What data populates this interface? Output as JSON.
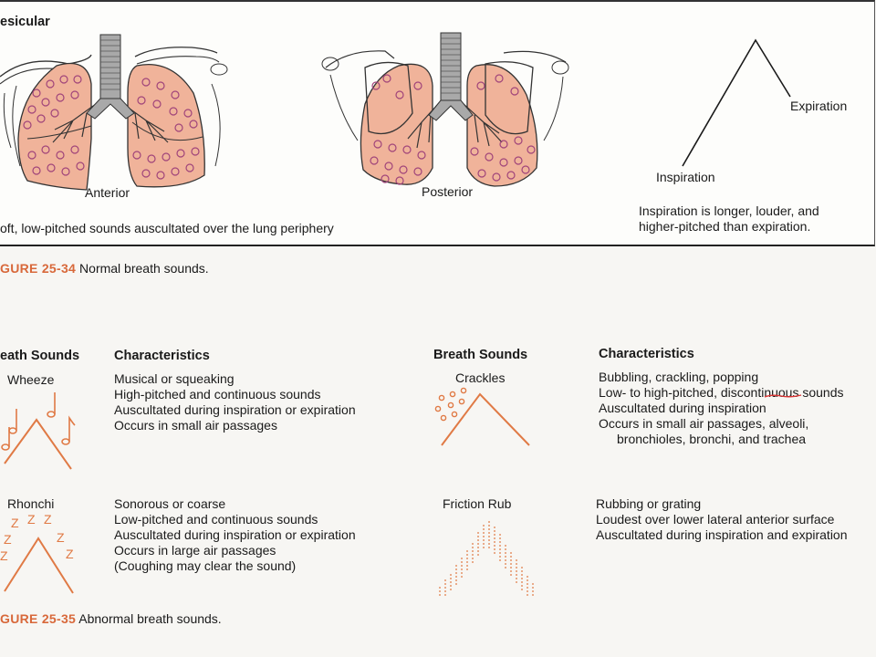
{
  "figure_top": {
    "section_label": "esicular",
    "anterior_label": "Anterior",
    "posterior_label": "Posterior",
    "description": "oft, low-pitched sounds auscultated over the lung periphery",
    "inspiration_label": "Inspiration",
    "expiration_label": "Expiration",
    "ratio_note": [
      "Inspiration is longer, louder, and",
      "higher-pitched than expiration."
    ],
    "caption_number": "GURE 25-34",
    "caption_text": " Normal breath sounds."
  },
  "figure_bottom": {
    "left_table": {
      "col1_header": "eath Sounds",
      "col2_header": "Characteristics",
      "rows": [
        {
          "name": "Wheeze",
          "icon": "musical-notes-icon",
          "characteristics": [
            "Musical or squeaking",
            "High-pitched and continuous sounds",
            "Auscultated during inspiration or expiration",
            "Occurs in small air passages"
          ]
        },
        {
          "name": "Rhonchi",
          "icon": "zzz-letters-icon",
          "characteristics": [
            "Sonorous or coarse",
            "Low-pitched and continuous sounds",
            "Auscultated during inspiration or expiration",
            "Occurs in large air passages",
            "(Coughing may clear the sound)"
          ]
        }
      ]
    },
    "right_table": {
      "col1_header": "Breath Sounds",
      "col2_header": "Characteristics",
      "rows": [
        {
          "name": "Crackles",
          "icon": "bubble-dots-icon",
          "characteristics": [
            "Bubbling, crackling, popping",
            "Low- to high-pitched, discontinuous sounds",
            "Auscultated during inspiration",
            "Occurs in small air passages, alveoli,",
            "bronchioles, bronchi, and trachea"
          ]
        },
        {
          "name": "Friction Rub",
          "icon": "hatched-chevron-icon",
          "characteristics": [
            "Rubbing or grating",
            "Loudest over lower lateral anterior surface",
            "Auscultated during inspiration and expiration"
          ]
        }
      ]
    },
    "caption_number": "GURE 25-35",
    "caption_text": " Abnormal breath sounds."
  },
  "colors": {
    "accent": "#e07a45",
    "lung_fill": "#f0b39a",
    "trachea": "#a9a9a9",
    "alveoli": "#a0447a",
    "ink": "#1a1a1a"
  }
}
